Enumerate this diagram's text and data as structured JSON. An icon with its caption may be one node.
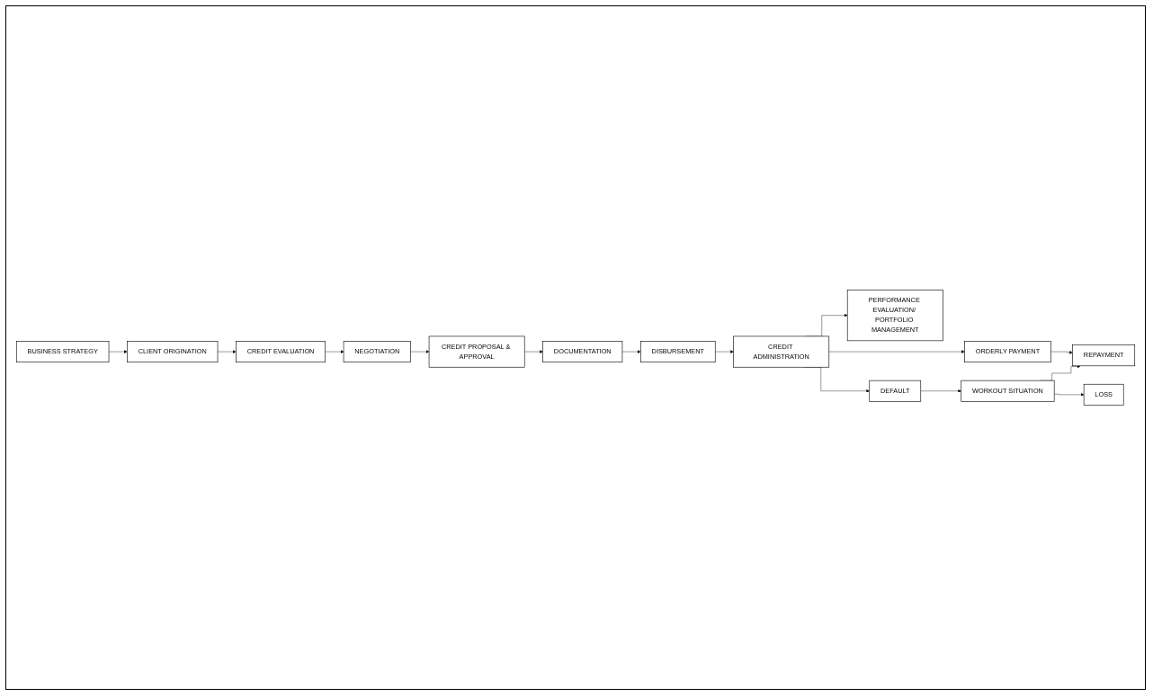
{
  "diagram": {
    "nodes": [
      {
        "text": [
          "BUSINESS STRATEGY"
        ]
      },
      {
        "text": [
          "CLIENT ORIGINATION"
        ]
      },
      {
        "text": [
          "CREDIT EVALUATION"
        ]
      },
      {
        "text": [
          "NEGOTIATION"
        ]
      },
      {
        "text": [
          "CREDIT PROPOSAL & APPROVAL"
        ]
      },
      {
        "text": [
          "DOCUMENTATION"
        ]
      },
      {
        "text": [
          "DISBURSEMENT"
        ]
      },
      {
        "text": [
          "CREDIT ADMINISTRATION"
        ]
      },
      {
        "text": [
          "ORDERLY PAYMENT"
        ]
      },
      {
        "text": [
          "REPAYMENT"
        ]
      },
      {
        "text": [
          "PERFORMANCE EVALUATION/ PORTFOLIO MANAGEMENT"
        ]
      },
      {
        "text": [
          "DEFAULT"
        ]
      },
      {
        "text": [
          "WORKOUT SITUATION"
        ]
      },
      {
        "text": [
          "LOSS"
        ]
      }
    ],
    "edges": [
      {
        "from": 0,
        "to": 1,
        "arrow": "to"
      },
      {
        "from": 1,
        "to": 2,
        "arrow": "to"
      },
      {
        "from": 2,
        "to": 3,
        "arrow": "to"
      },
      {
        "from": 3,
        "to": 4,
        "arrow": "to"
      },
      {
        "from": 4,
        "to": 5,
        "arrow": "to"
      },
      {
        "from": 5,
        "to": 6,
        "arrow": "to"
      },
      {
        "from": 6,
        "to": 7,
        "arrow": "to"
      },
      {
        "from": 7,
        "to": 10,
        "arrow": "to"
      },
      {
        "from": 7,
        "to": 8,
        "arrow": "to"
      },
      {
        "from": 7,
        "to": 11,
        "arrow": "to"
      },
      {
        "from": 8,
        "to": 9,
        "arrow": "to"
      },
      {
        "from": 11,
        "to": 12,
        "arrow": "to"
      },
      {
        "from": 12,
        "to": 9,
        "arrow": "to"
      },
      {
        "from": 12,
        "to": 13,
        "arrow": "to"
      }
    ]
  }
}
